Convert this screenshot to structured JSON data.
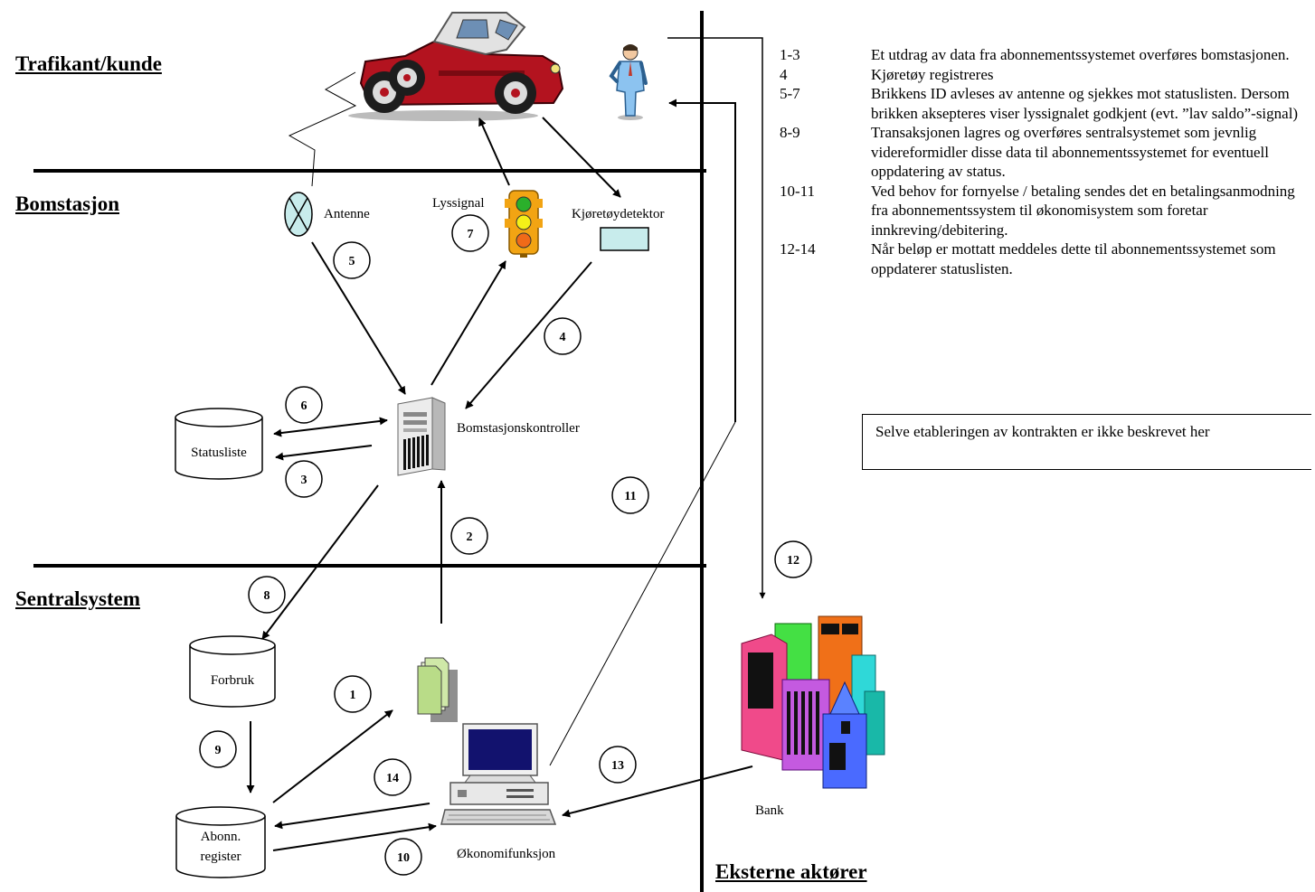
{
  "sections": {
    "trafikant": "Trafikant/kunde",
    "bomstasjon": "Bomstasjon",
    "sentralsystem": "Sentralsystem",
    "eksterne": "Eksterne aktører"
  },
  "nodes": {
    "antenne": "Antenne",
    "lyssignal": "Lyssignal",
    "kjoretoydetektor": "Kjøretøydetektor",
    "bomstasjonskontroller": "Bomstasjonskontroller",
    "statusliste": "Statusliste",
    "forbruk": "Forbruk",
    "abonn_line1": "Abonn.",
    "abonn_line2": "register",
    "okonomi": "Økonomifunksjon",
    "bank": "Bank"
  },
  "steps": [
    "1",
    "2",
    "3",
    "4",
    "5",
    "6",
    "7",
    "8",
    "9",
    "10",
    "11",
    "12",
    "13",
    "14"
  ],
  "legend": [
    {
      "num": "1-3",
      "text": "Et utdrag av data fra abonnementssystemet overføres bomstasjonen."
    },
    {
      "num": "4",
      "text": "Kjøretøy registreres"
    },
    {
      "num": "5-7",
      "text": "Brikkens ID avleses av antenne og sjekkes mot statuslisten. Dersom brikken aksepteres viser lyssignalet godkjent (evt. ”lav saldo”-signal)"
    },
    {
      "num": "8-9",
      "text": "Transaksjonen lagres og overføres sentralsystemet som jevnlig videreformidler disse data til abonnementssystemet for eventuell oppdatering av status."
    },
    {
      "num": "10-11",
      "text": "Ved behov for fornyelse / betaling sendes det en betalingsanmodning fra abonnementssystem til økonomisystem som foretar innkreving/debitering."
    },
    {
      "num": "12-14",
      "text": "Når beløp er mottatt meddeles dette til abonnementssystemet som oppdaterer statuslisten."
    }
  ],
  "note": "Selve etableringen av kontrakten er ikke beskrevet her",
  "icons": [
    "car-icon",
    "person-icon",
    "antenna-icon",
    "traffic-light-icon",
    "vehicle-detector-icon",
    "server-icon",
    "database-icon",
    "document-stack-icon",
    "computer-icon",
    "buildings-icon"
  ]
}
